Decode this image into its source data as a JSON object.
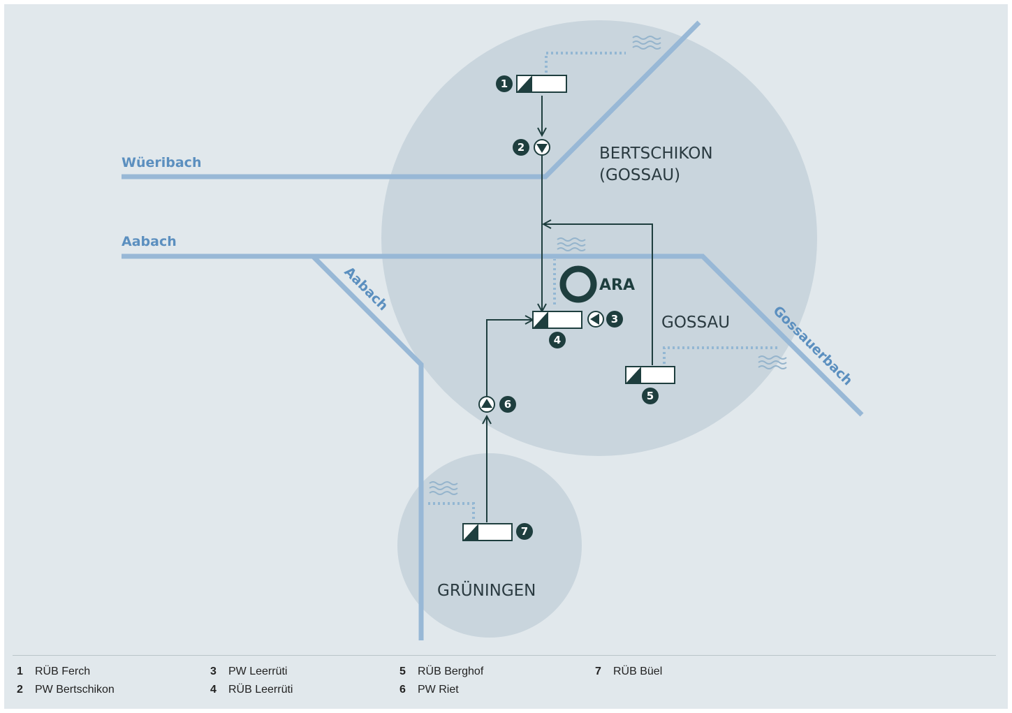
{
  "streams": {
    "wueeribach": "Wüeribach",
    "aabach_horizontal": "Aabach",
    "aabach_diagonal": "Aabach",
    "gossauerbach": "Gossauerbach"
  },
  "areas": {
    "bertschikon_line1": "BERTSCHIKON",
    "bertschikon_line2": "(GOSSAU)",
    "gossau": "GOSSAU",
    "grueningen": "GRÜNINGEN"
  },
  "ara_label": "ARA",
  "markers": [
    "1",
    "2",
    "3",
    "4",
    "5",
    "6",
    "7"
  ],
  "legend": [
    {
      "number": "1",
      "label": "RÜB Ferch"
    },
    {
      "number": "2",
      "label": "PW Bertschikon"
    },
    {
      "number": "3",
      "label": "PW Leerrüti"
    },
    {
      "number": "4",
      "label": "RÜB Leerrüti"
    },
    {
      "number": "5",
      "label": "RÜB Berghof"
    },
    {
      "number": "6",
      "label": "PW Riet"
    },
    {
      "number": "7",
      "label": "RÜB Büel"
    }
  ],
  "colors": {
    "background": "#e1e8ec",
    "catchment_area": "#c9d5dd",
    "stream": "#98b8d6",
    "stream_label": "#5b8fbf",
    "facility": "#1e3e3e"
  }
}
